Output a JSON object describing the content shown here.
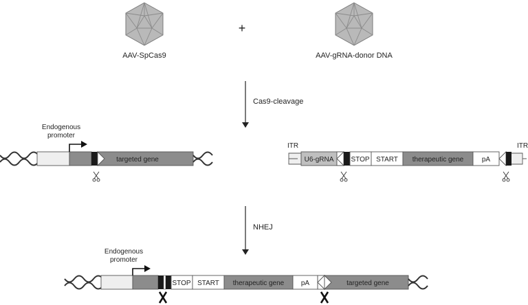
{
  "vectors": {
    "cas9_label": "AAV-SpCas9",
    "plus": "+",
    "donor_label": "AAV-gRNA-donor DNA"
  },
  "steps": {
    "cleavage_label": "Cas9-cleavage",
    "nhej_label": "NHEJ"
  },
  "genome": {
    "promoter_label_line1": "Endogenous",
    "promoter_label_line2": "promoter",
    "targeted_gene": "targeted gene"
  },
  "donor": {
    "itr_left": "ITR",
    "itr_right": "ITR",
    "u6_grna": "U6-gRNA",
    "stop": "STOP",
    "start": "START",
    "therapeutic_gene": "therapeutic gene",
    "pa": "pA"
  },
  "result": {
    "promoter_label_line1": "Endogenous",
    "promoter_label_line2": "promoter",
    "stop": "STOP",
    "start": "START",
    "therapeutic_gene": "therapeutic gene",
    "pa": "pA",
    "targeted_gene": "targeted gene"
  },
  "colors": {
    "capsid_face": "#b9b9b9",
    "capsid_edge": "#7a7a7a",
    "gene_gray": "#8c8c8c",
    "light_box": "#efefef",
    "white_box": "#ffffff",
    "block_black": "#1a1a1a",
    "outline": "#555555"
  }
}
